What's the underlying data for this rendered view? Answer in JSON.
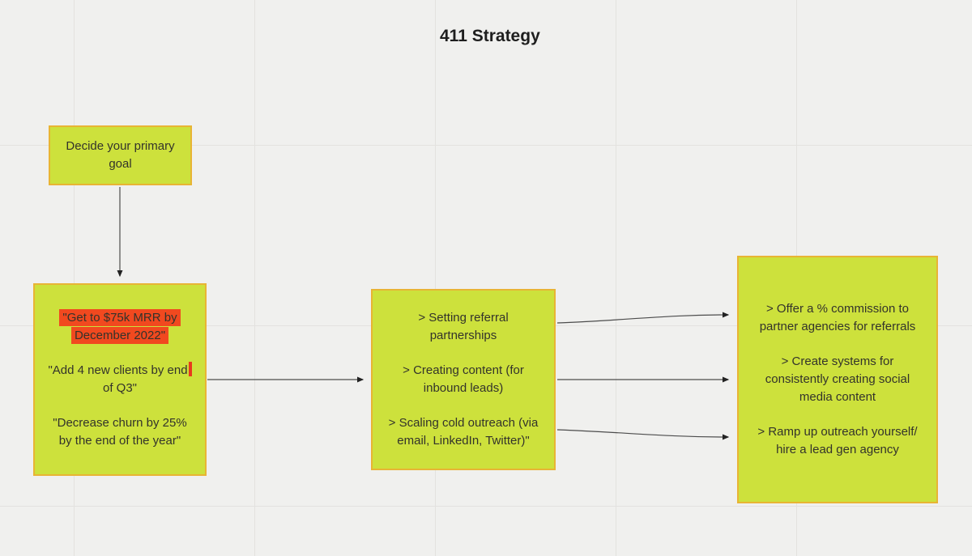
{
  "title": "411 Strategy",
  "colors": {
    "canvas_bg": "#f0f0ee",
    "grid_line": "#e3e2df",
    "node_fill": "#cde13c",
    "node_border": "#e8b434",
    "node_text": "#33332b",
    "title_text": "#1e1e1e",
    "selection_highlight": "#f1491f",
    "text_caret": "#e8391d",
    "arrow": "#4c4c4c"
  },
  "nodes": [
    {
      "id": "decide",
      "paragraphs": [
        {
          "lines": [
            "Decide your primary",
            "goal"
          ]
        }
      ]
    },
    {
      "id": "goals",
      "paragraphs": [
        {
          "lines": [
            "\"Get to $75k MRR by",
            "December 2022\""
          ],
          "highlight": true
        },
        {
          "lines": [
            "\"Add 4 new clients by end",
            "of Q3\""
          ],
          "caret": true,
          "caret_line": 0
        },
        {
          "lines": [
            "\"Decrease churn by 25%",
            "by the end of the year\""
          ]
        }
      ]
    },
    {
      "id": "strategies",
      "paragraphs": [
        {
          "lines": [
            "> Setting referral",
            "partnerships"
          ]
        },
        {
          "lines": [
            "> Creating content (for",
            "inbound leads)"
          ]
        },
        {
          "lines": [
            "> Scaling cold outreach (via",
            "email, LinkedIn, Twitter)\""
          ]
        }
      ]
    },
    {
      "id": "tactics",
      "paragraphs": [
        {
          "lines": [
            "> Offer a % commission to",
            "partner agencies for referrals"
          ]
        },
        {
          "lines": [
            "> Create systems for",
            "consistently creating social",
            "media content"
          ]
        },
        {
          "lines": [
            "> Ramp up outreach yourself/",
            "hire a lead gen agency"
          ]
        }
      ]
    }
  ],
  "edges": [
    {
      "from": "decide",
      "to": "goals"
    },
    {
      "from": "goals",
      "to": "strategies"
    },
    {
      "from": "strategies",
      "to": "tactics"
    },
    {
      "from": "strategies",
      "to": "tactics"
    },
    {
      "from": "strategies",
      "to": "tactics"
    }
  ]
}
